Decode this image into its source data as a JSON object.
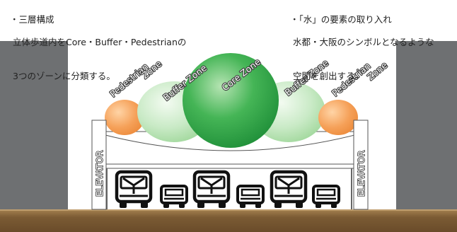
{
  "notes": {
    "left": {
      "bullet": "・三層構成",
      "line1": "立体歩道内をCore・Buffer・Pedestrianの",
      "line2": "3つのゾーンに分類する。"
    },
    "right": {
      "bullet": "・「水」の要素の取り入れ",
      "line1": "水都・大阪のシンボルとなるような",
      "line2": "空間を創出する。"
    }
  },
  "zones": {
    "pedestrian_left": {
      "word1": "Pedestrian",
      "word2": "Zone"
    },
    "buffer_left": {
      "label": "Buffer Zone"
    },
    "core": {
      "label": "Core Zone"
    },
    "buffer_right": {
      "label": "Buffer Zone"
    },
    "pedestrian_right": {
      "word1": "Pedestrian",
      "word2": "Zone"
    }
  },
  "elevator": {
    "left": "ELEVATOR",
    "right": "ELEVATOR"
  },
  "colors": {
    "building": "#6d6f71",
    "ground": "#7c5d37",
    "pedestrian": "#f09a4e",
    "buffer": "#c5e7c4",
    "core": "#2b9d45"
  },
  "vehicles": [
    "bus",
    "car",
    "bus",
    "car",
    "bus",
    "car"
  ]
}
